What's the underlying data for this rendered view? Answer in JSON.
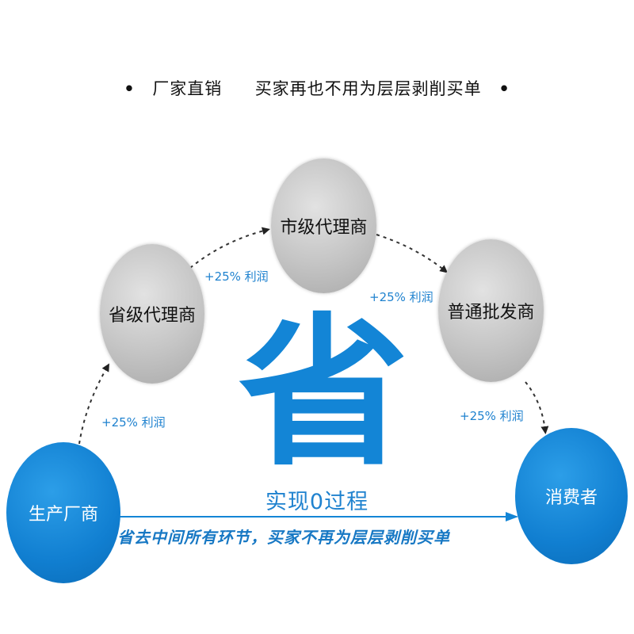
{
  "header": {
    "bullet": "•",
    "part1": "厂家直销",
    "part2": "买家再也不用为层层剥削买单"
  },
  "nodes": {
    "manufacturer": "生产厂商",
    "provincial": "省级代理商",
    "city": "市级代理商",
    "wholesaler": "普通批发商",
    "consumer": "消费者"
  },
  "profit_labels": [
    "+25% 利润",
    "+25% 利润",
    "+25% 利润",
    "+25% 利润"
  ],
  "center": {
    "big_char": "省",
    "process": "实现0过程",
    "note": "省去中间所有环节，买家不再为层层剥削买单"
  },
  "colors": {
    "accent_blue": "#1385d6",
    "node_gray": "#c4c4c4"
  }
}
